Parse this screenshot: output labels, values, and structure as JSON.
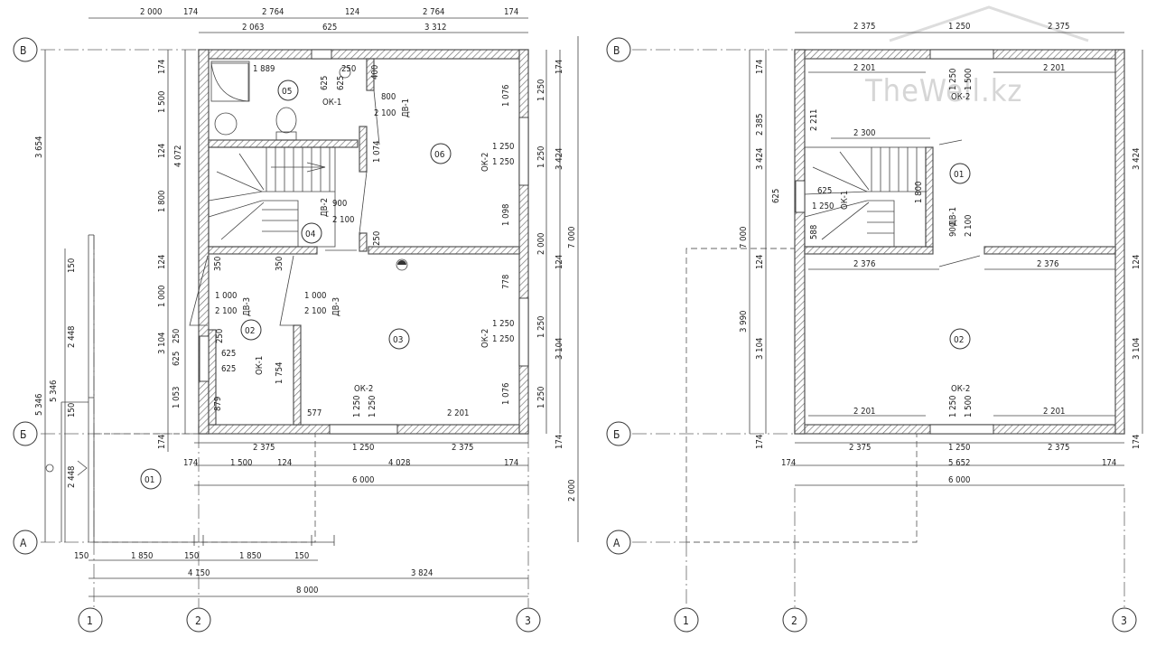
{
  "watermark": "TheWell.kz",
  "axes": {
    "one": "1",
    "two": "2",
    "three": "3",
    "a": "А",
    "b": "Б",
    "v": "В"
  },
  "rooms": {
    "l01": "01",
    "l02": "02",
    "l03": "03",
    "l04": "04",
    "l05": "05",
    "l06": "06",
    "r01": "01",
    "r02": "02"
  },
  "left": {
    "top": [
      "2 000",
      "174",
      "2 764",
      "124",
      "2 764",
      "174"
    ],
    "top2": [
      "2 063",
      "625",
      "3 312"
    ],
    "leftA": [
      "174",
      "1 500",
      "124",
      "1 800",
      "124",
      "1 000",
      "250",
      "625",
      "1 053",
      "174"
    ],
    "leftB": [
      "4 072",
      "3 104"
    ],
    "leftC": [
      "3 654",
      "5 346",
      "5 346",
      "2 448",
      "150",
      "2 448",
      "150"
    ],
    "right": [
      "174",
      "1 076",
      "1 250",
      "1 098",
      "778",
      "1 250",
      "1 076",
      "174"
    ],
    "right2": [
      "1 250",
      "1 250",
      "2 000",
      "1 250",
      "1 250"
    ],
    "right3": [
      "3 424",
      "124",
      "3 104",
      "7 000",
      "2 000"
    ],
    "bottom1": [
      "2 375",
      "1 250",
      "2 375"
    ],
    "bottom2": [
      "174",
      "1 500",
      "124",
      "4 028",
      "174"
    ],
    "bottom3": "6 000",
    "bottom4": [
      "150",
      "1 850",
      "150",
      "1 850",
      "150"
    ],
    "bottom5": [
      "4 150",
      "3 824"
    ],
    "bottom6": "8 000",
    "inner": {
      "d1889": "1 889",
      "d625a": "625",
      "d625b": "625",
      "d250a": "250",
      "d400": "400",
      "ok1": "ОК-1",
      "d800": "800",
      "dv1": "ДВ-1",
      "d2100a": "2 100",
      "ok2a": "ОК-2",
      "d1250a": "1 250",
      "d1250b": "1 250",
      "d1074": "1 074",
      "dv2": "ДВ-2",
      "d900": "900",
      "d2100b": "2 100",
      "d250b": "250",
      "d350a": "350",
      "d350b": "350",
      "dv3a": "ДВ-3",
      "d1000a": "1 000",
      "d2100c": "2 100",
      "dv3b": "ДВ-3",
      "d1000b": "1 000",
      "d2100d": "2 100",
      "d250c": "250",
      "ok1b": "ОК-1",
      "d625c": "625",
      "d625d": "625",
      "ok2b": "ОК-2",
      "d1250c": "1 250",
      "d1250d": "1 250",
      "d1754": "1 754",
      "d879": "879",
      "d577": "577",
      "ok2c": "ОК-2",
      "d1250e": "1 250",
      "d1250f": "1 250",
      "d2201": "2 201"
    }
  },
  "right": {
    "top": [
      "2 375",
      "1 250",
      "2 375"
    ],
    "inTop": [
      "2 201",
      "1 250",
      "1 500",
      "2 201"
    ],
    "ok2top": "ОК-2",
    "left1": [
      "174",
      "2 385",
      "625",
      "3 424",
      "124",
      "3 104",
      "174"
    ],
    "left2": [
      "7 000",
      "3 990"
    ],
    "right1": [
      "3 424",
      "124",
      "3 104",
      "174"
    ],
    "inner": {
      "d2211": "2 211",
      "d2300": "2 300",
      "d625": "625",
      "d1250": "1 250",
      "ok1": "ОК-1",
      "d588": "588",
      "d1800": "1 800",
      "dv1": "ДВ-1",
      "d900": "900",
      "d2100": "2 100",
      "d2376a": "2 376",
      "d2376b": "2 376",
      "ok2b": "ОК-2",
      "d1250b": "1 250",
      "d1500b": "1 500",
      "d2201a": "2 201",
      "d2201b": "2 201"
    },
    "bottom1": [
      "2 375",
      "1 250",
      "2 375"
    ],
    "bottom2": [
      "174",
      "5 652",
      "174"
    ],
    "bottom3": "6 000"
  }
}
